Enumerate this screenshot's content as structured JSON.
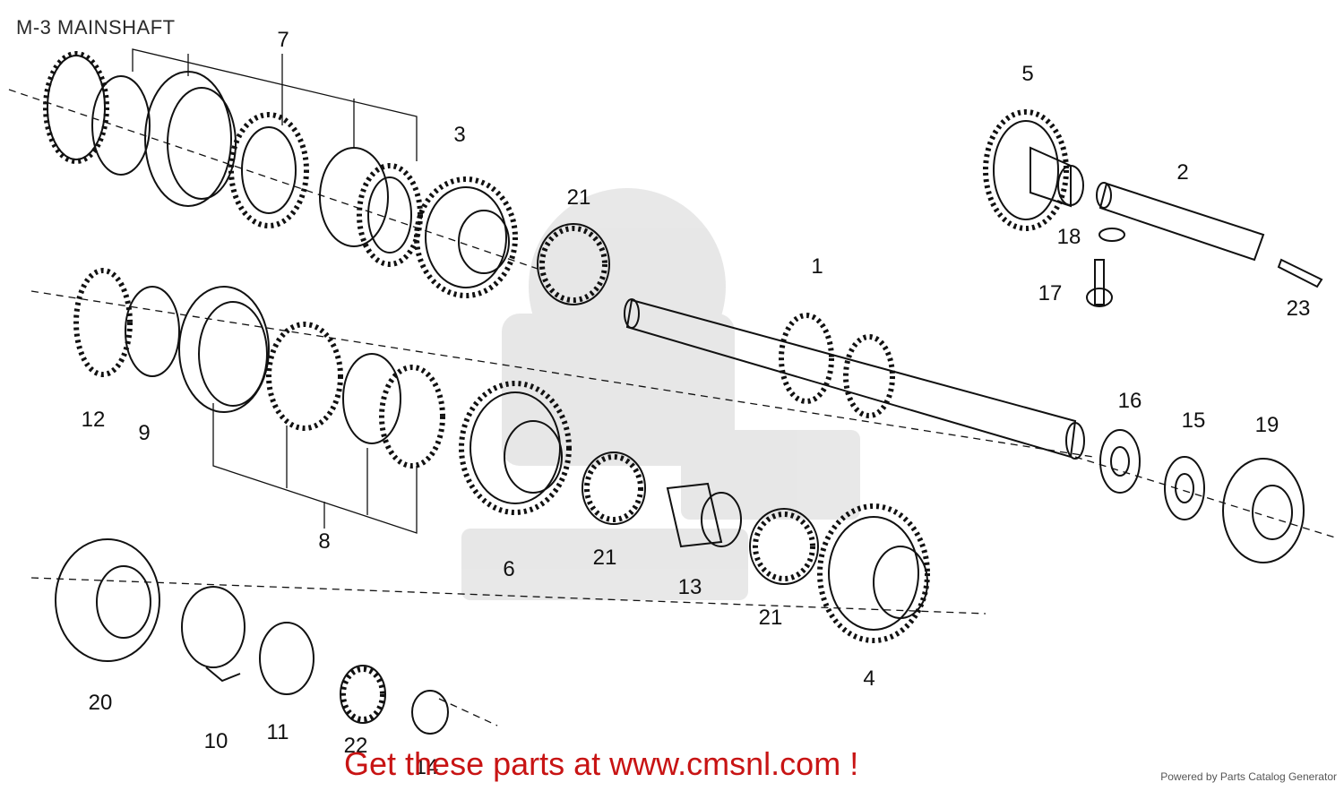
{
  "header": {
    "title": "M-3 MAINSHAFT"
  },
  "footer": {
    "promo": "Get these parts at www.cmsnl.com !",
    "credit": "Powered by Parts Catalog Generator"
  },
  "callouts": [
    {
      "id": "c1",
      "label": "1"
    },
    {
      "id": "c2",
      "label": "2"
    },
    {
      "id": "c3",
      "label": "3"
    },
    {
      "id": "c4",
      "label": "4"
    },
    {
      "id": "c5",
      "label": "5"
    },
    {
      "id": "c6",
      "label": "6"
    },
    {
      "id": "c7",
      "label": "7"
    },
    {
      "id": "c8",
      "label": "8"
    },
    {
      "id": "c9",
      "label": "9"
    },
    {
      "id": "c10",
      "label": "10"
    },
    {
      "id": "c11",
      "label": "11"
    },
    {
      "id": "c12",
      "label": "12"
    },
    {
      "id": "c13",
      "label": "13"
    },
    {
      "id": "c14",
      "label": "14"
    },
    {
      "id": "c15",
      "label": "15"
    },
    {
      "id": "c16",
      "label": "16"
    },
    {
      "id": "c17",
      "label": "17"
    },
    {
      "id": "c18",
      "label": "18"
    },
    {
      "id": "c19",
      "label": "19"
    },
    {
      "id": "c20",
      "label": "20"
    },
    {
      "id": "c21a",
      "label": "21"
    },
    {
      "id": "c21b",
      "label": "21"
    },
    {
      "id": "c21c",
      "label": "21"
    },
    {
      "id": "c22",
      "label": "22"
    },
    {
      "id": "c23",
      "label": "23"
    }
  ]
}
